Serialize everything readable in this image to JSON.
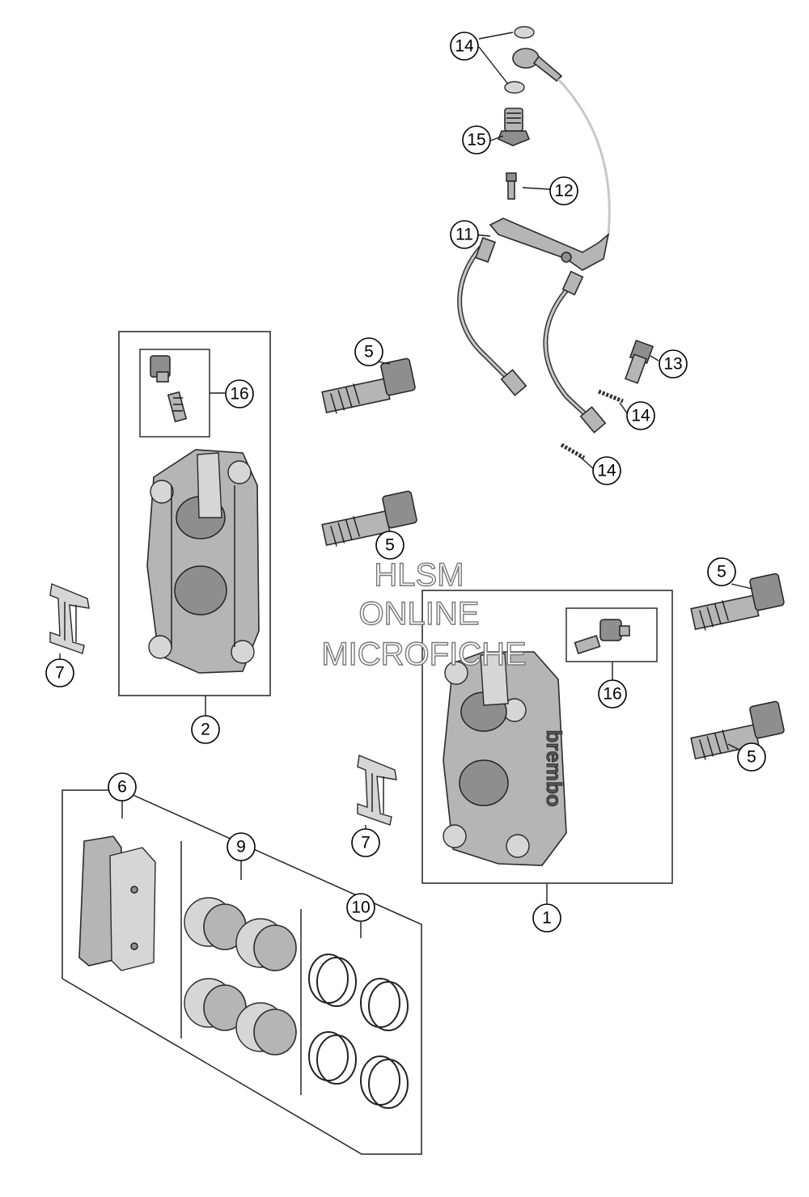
{
  "callouts": {
    "c1": "1",
    "c2": "2",
    "c5a": "5",
    "c5b": "5",
    "c5c": "5",
    "c5d": "5",
    "c6": "6",
    "c7a": "7",
    "c7b": "7",
    "c9": "9",
    "c10": "10",
    "c11": "11",
    "c12": "12",
    "c13": "13",
    "c14a": "14",
    "c14b": "14",
    "c14c": "14",
    "c15": "15",
    "c16a": "16",
    "c16b": "16"
  },
  "caliper_brand": "brembo",
  "watermark": {
    "line1": "HLSM",
    "line2": "ONLINE",
    "line3": "MICROFICHE"
  }
}
